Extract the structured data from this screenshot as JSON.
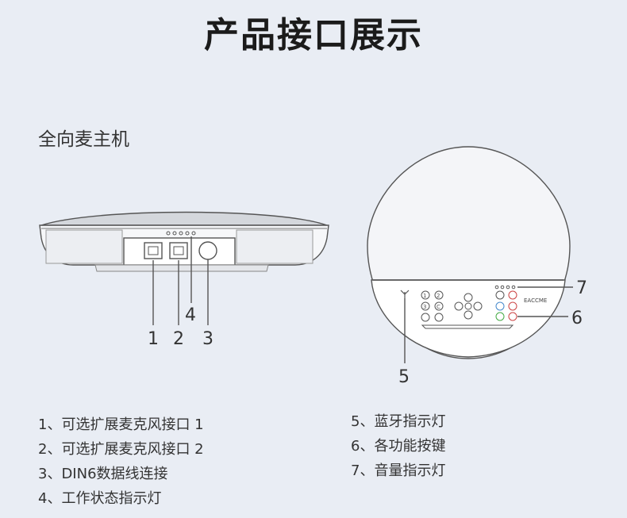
{
  "page": {
    "title": "产品接口展示",
    "subtitle": "全向麦主机"
  },
  "front_view": {
    "callouts": [
      "1",
      "2",
      "3",
      "4"
    ]
  },
  "top_view": {
    "brand": "EACCME",
    "callouts": [
      "5",
      "6",
      "7"
    ]
  },
  "legend": {
    "left": [
      "1、可选扩展麦克风接口 1",
      "2、可选扩展麦克风接口 2",
      "3、DIN6数据线连接",
      "4、工作状态指示灯"
    ],
    "right": [
      "5、蓝牙指示灯",
      "6、各功能按键",
      "7、音量指示灯"
    ]
  },
  "colors": {
    "background": "#e9edf4",
    "line": "#555555"
  }
}
